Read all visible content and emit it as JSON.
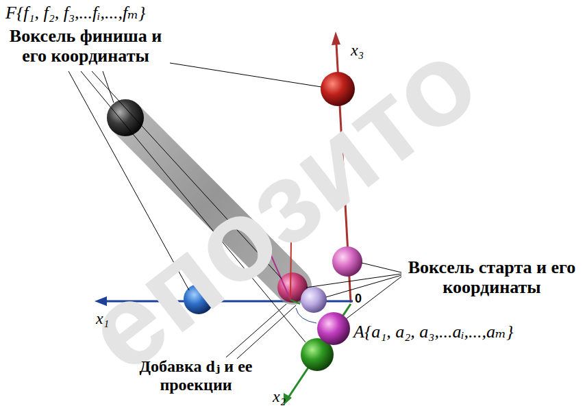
{
  "diagram": {
    "labels": [
      "F{f₁, f₂, f₃,...fᵢ,...,fₘ}",
      "Воксель финиша и его координаты",
      "x₃",
      "Воксель старта и его координаты",
      "x₁",
      "0",
      "A{a₁, a₂, a₃,...aᵢ,...,aₘ}",
      "Добавка dⱼ и ее проекции",
      "x₂",
      "епозито"
    ]
  }
}
